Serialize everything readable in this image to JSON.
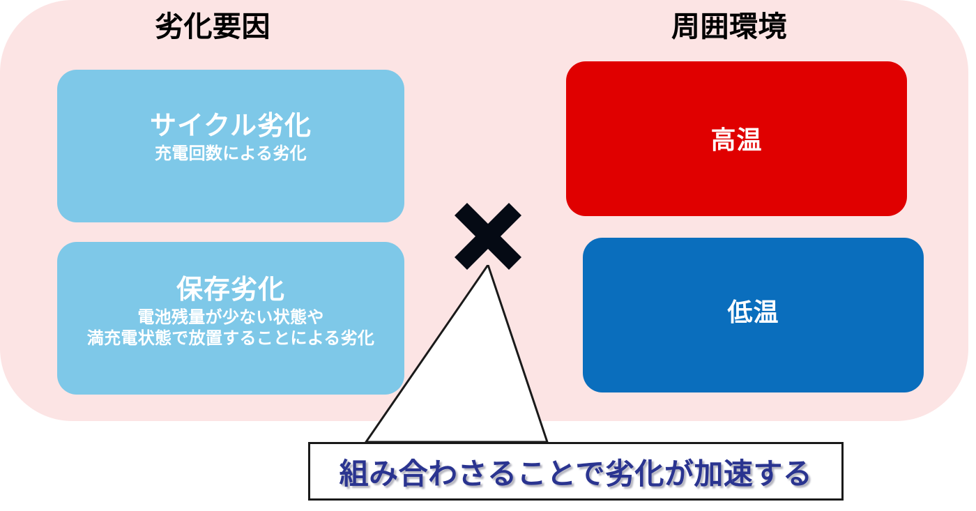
{
  "columns": {
    "left_heading": "劣化要因",
    "right_heading": "周囲環境"
  },
  "cards": {
    "cycle": {
      "title": "サイクル劣化",
      "subtitle": "充電回数による劣化",
      "color": "#7ec8e8"
    },
    "storage": {
      "title": "保存劣化",
      "subtitle_line1": "電池残量が少ない状態や",
      "subtitle_line2": "満充電状態で放置することによる劣化",
      "color": "#7ec8e8"
    },
    "hot": {
      "title": "高温",
      "color": "#e00000"
    },
    "cold": {
      "title": "低温",
      "color": "#0a6ebd"
    }
  },
  "operator": {
    "symbol": "×",
    "name": "multiply",
    "color": "#050a14"
  },
  "callout": {
    "text": "組み合わさることで劣化が加速する",
    "text_color": "#2a3490",
    "border_color": "#1a1a1a",
    "background": "#ffffff"
  },
  "background": {
    "panel_color": "#fce4e4",
    "page_color": "#ffffff"
  }
}
